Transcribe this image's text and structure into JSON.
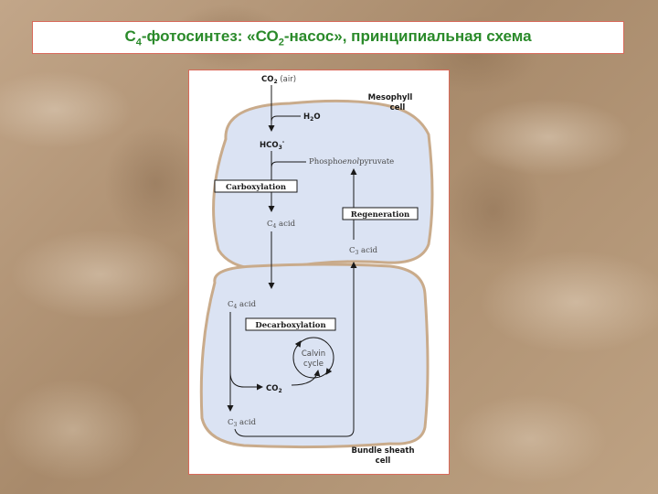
{
  "slide": {
    "title_prefix": "С",
    "title_sub_1": "4",
    "title_mid": "-фотосинтез: «СО",
    "title_sub_2": "2",
    "title_suffix": "-насос»,  принципиальная схема"
  },
  "diagram": {
    "co2_air": {
      "main": "CO",
      "sub": "2",
      "suffix": " (air)"
    },
    "mesophyll": {
      "line1": "Mesophyll",
      "line2": "cell"
    },
    "h2o": {
      "h": "H",
      "sub": "2",
      "o": "O"
    },
    "hco3": {
      "main": "HCO",
      "sub": "3",
      "sup": "-"
    },
    "pep": {
      "part1": "Phospho",
      "part2": "enol",
      "part3": "pyruvate"
    },
    "carboxylation": "Carboxylation",
    "regeneration": "Regeneration",
    "c4_acid_top": {
      "c": "C",
      "sub": "4",
      "rest": " acid"
    },
    "c3_acid_top": {
      "c": "C",
      "sub": "3",
      "rest": " acid"
    },
    "c4_acid_bottom": {
      "c": "C",
      "sub": "4",
      "rest": " acid"
    },
    "decarboxylation": "Decarboxylation",
    "calvin": {
      "line1": "Calvin",
      "line2": "cycle"
    },
    "co2_bundle": {
      "main": "CO",
      "sub": "2"
    },
    "c3_acid_bottom": {
      "c": "C",
      "sub": "3",
      "rest": " acid"
    },
    "bundle_sheath": {
      "line1": "Bundle sheath",
      "line2": "cell"
    }
  },
  "colors": {
    "title_green": "#2a8a2a",
    "frame_red": "#d8695a",
    "cell_fill": "#dbe3f3",
    "cell_wall": "#c9ab8b"
  }
}
